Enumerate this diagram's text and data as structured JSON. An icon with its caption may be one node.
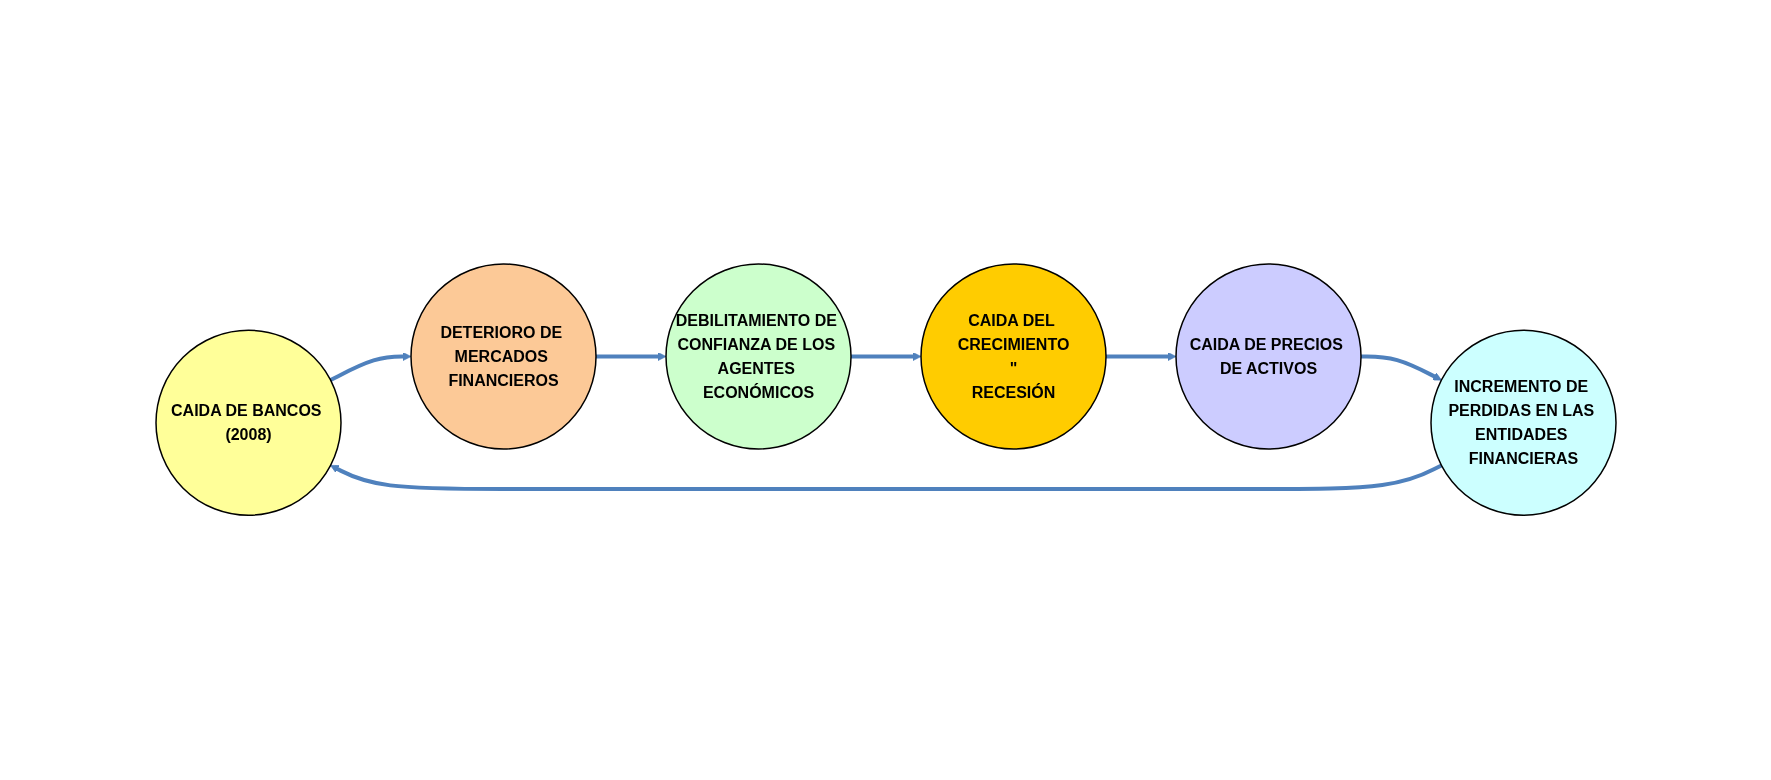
{
  "diagram": {
    "nodes": [
      {
        "text": [
          "CAIDA DE BANCOS (2008)"
        ]
      },
      {
        "text": [
          "DETERIORO DE MERCADOS FINANCIEROS"
        ]
      },
      {
        "text": [
          "DEBILITAMIENTO DE CONFIANZA DE LOS AGENTES ECONÓMICOS"
        ]
      },
      {
        "text": [
          "INCREMENTO DE PERDIDAS EN LAS ENTIDADES FINANCIERAS"
        ]
      },
      {
        "text": [
          "CAIDA DE PRECIOS DE ACTIVOS"
        ]
      },
      {
        "text": [
          "CAIDA DEL CRECIMIENTO",
          "\"",
          "RECESIÓN"
        ]
      }
    ],
    "edges": [
      {
        "from": 0,
        "to": 1,
        "arrow": "to"
      },
      {
        "from": 1,
        "to": 2,
        "arrow": "to"
      },
      {
        "from": 2,
        "to": 5,
        "arrow": "to"
      },
      {
        "from": 5,
        "to": 4,
        "arrow": "to"
      },
      {
        "from": 4,
        "to": 3,
        "arrow": "to"
      },
      {
        "from": 3,
        "to": 0,
        "arrow": "to"
      }
    ]
  }
}
